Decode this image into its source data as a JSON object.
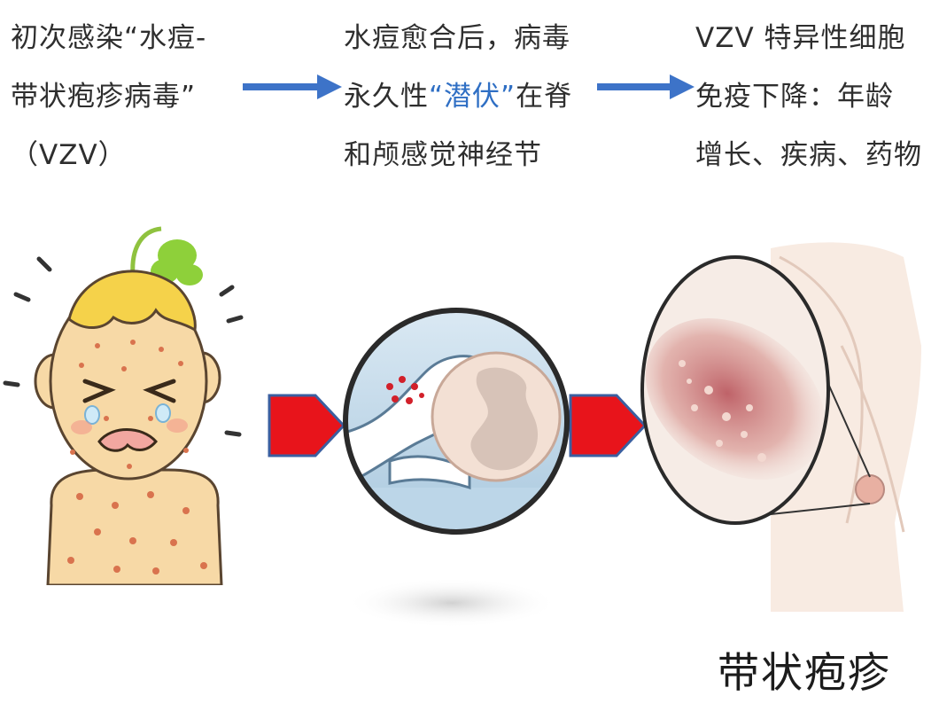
{
  "steps": [
    {
      "lines": [
        {
          "text": "初次感染“水痘-"
        },
        {
          "text": "带状疱疹病毒”"
        },
        {
          "text": "（VZV）"
        }
      ]
    },
    {
      "lines": [
        {
          "text": "水痘愈合后，病毒"
        },
        {
          "pre": "永久性",
          "highlight": "“潜伏”",
          "post": "在脊"
        },
        {
          "text": "和颅感觉神经节"
        }
      ]
    },
    {
      "lines": [
        {
          "text": "VZV 特异性细胞"
        },
        {
          "text": "免疫下降：年龄"
        },
        {
          "text": "增长、疾病、药物"
        }
      ]
    }
  ],
  "caption": "带状疱疹",
  "colors": {
    "text": "#2e2e2e",
    "highlight": "#2f6fc4",
    "flow_arrow": "#3d73c8",
    "stage_arrow_fill": "#e8141b",
    "stage_arrow_stroke": "#3b5fa0"
  },
  "icons": {
    "flow_arrow": "arrow-right-icon",
    "stage_arrow": "pentagon-arrow-icon"
  }
}
